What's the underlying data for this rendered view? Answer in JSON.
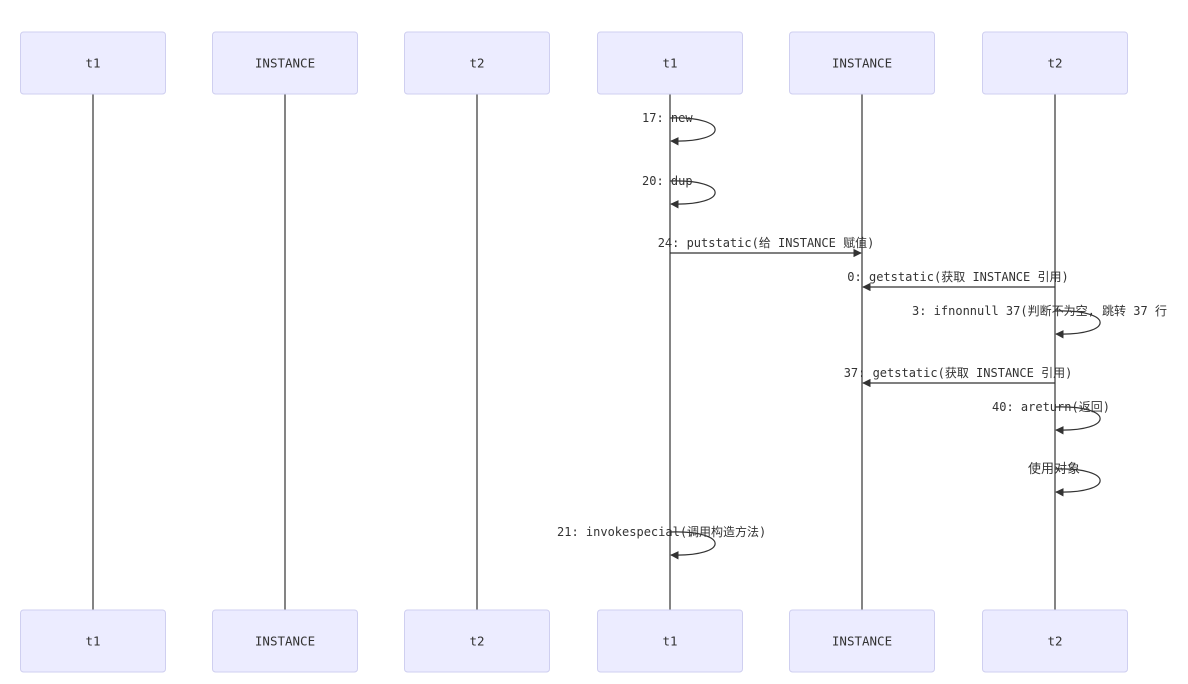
{
  "participants": [
    {
      "id": "p0",
      "label": "t1"
    },
    {
      "id": "p1",
      "label": "INSTANCE"
    },
    {
      "id": "p2",
      "label": "t2"
    },
    {
      "id": "p3",
      "label": "t1"
    },
    {
      "id": "p4",
      "label": "INSTANCE"
    },
    {
      "id": "p5",
      "label": "t2"
    }
  ],
  "messages": [
    {
      "from": 3,
      "to": 3,
      "label": "17: new"
    },
    {
      "from": 3,
      "to": 3,
      "label": "20: dup"
    },
    {
      "from": 3,
      "to": 4,
      "label": "24: putstatic(给 INSTANCE 赋值)"
    },
    {
      "from": 5,
      "to": 4,
      "label": "0: getstatic(获取 INSTANCE 引用)"
    },
    {
      "from": 5,
      "to": 5,
      "label": "3: ifnonnull 37(判断不为空, 跳转 37 行"
    },
    {
      "from": 5,
      "to": 4,
      "label": "37: getstatic(获取 INSTANCE 引用)"
    },
    {
      "from": 5,
      "to": 5,
      "label": "40: areturn(返回)"
    },
    {
      "from": 5,
      "to": 5,
      "label": "使用对象"
    },
    {
      "from": 3,
      "to": 3,
      "label": "21: invokespecial(调用构造方法)"
    }
  ],
  "colors": {
    "actor_fill": "#ececff",
    "actor_stroke": "#cfcff0",
    "line": "#333333",
    "text": "#333333"
  }
}
